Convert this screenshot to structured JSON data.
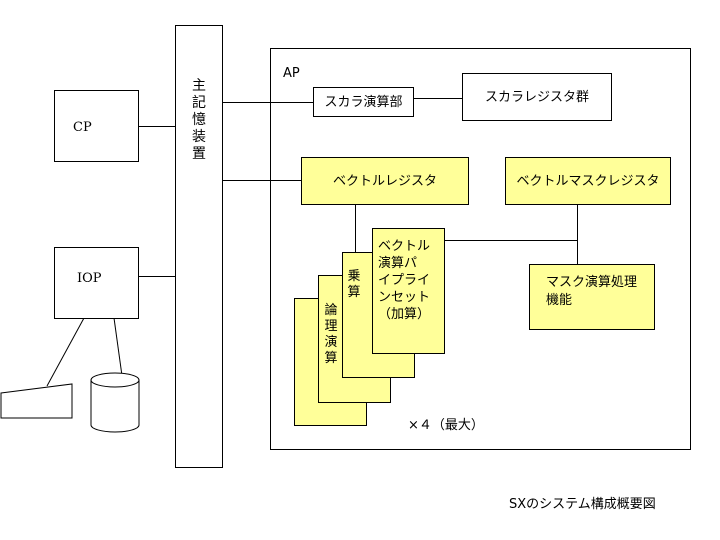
{
  "cp": "CP",
  "iop": "IOP",
  "main_memory": "主記憶装置",
  "ap": "AP",
  "scalar_unit": "スカラ演算部",
  "scalar_registers": "スカラレジスタ群",
  "vector_register": "ベクトルレジスタ",
  "vector_mask_register": "ベクトルマスクレジスタ",
  "pipeline_add_lines": [
    "ベクトル",
    "演算パ",
    "イプライ",
    "ンセット",
    "（加算）"
  ],
  "pipeline_mul": "乗算",
  "pipeline_logic": "論理演算",
  "mask_unit_lines": [
    "マスク演算処理",
    "機能"
  ],
  "multiplier_note": "×４（最大）",
  "caption": "SXのシステム構成概要図"
}
